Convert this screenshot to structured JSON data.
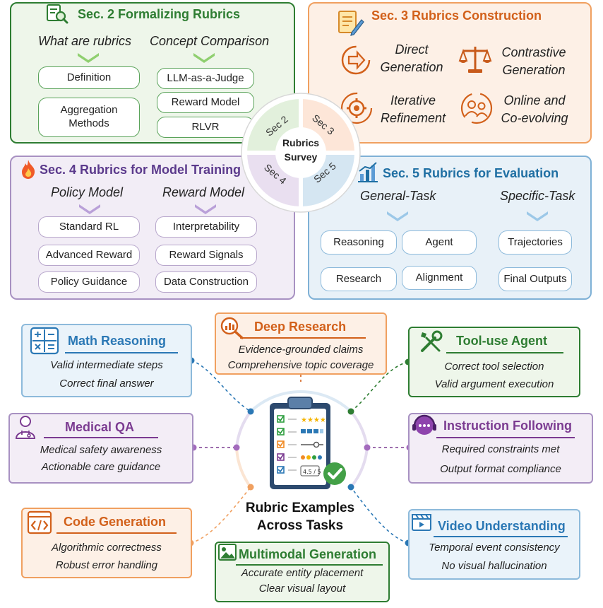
{
  "hub": {
    "center_label": "Rubrics Survey",
    "quadrants": [
      "Sec 2",
      "Sec 3",
      "Sec 4",
      "Sec 5"
    ],
    "colors": {
      "sec2": "#e2f0dc",
      "sec3": "#fde6d8",
      "sec4": "#e9dff0",
      "sec5": "#d5e6f2"
    }
  },
  "sec2": {
    "title": "Sec. 2 Formalizing Rubrics",
    "color": "#2e7d32",
    "icon": "magnifier-document-icon",
    "left": {
      "heading": "What are rubrics",
      "items": [
        "Definition",
        "Aggregation Methods"
      ]
    },
    "right": {
      "heading": "Concept Comparison",
      "items": [
        "LLM-as-a-Judge",
        "Reward Model",
        "RLVR"
      ]
    }
  },
  "sec3": {
    "title": "Sec. 3 Rubrics Construction",
    "color": "#d2601a",
    "icon": "notepad-pen-icon",
    "items": [
      {
        "label": "Direct\nGeneration",
        "icon": "direct-arrow-icon"
      },
      {
        "label": "Contrastive\nGeneration",
        "icon": "scale-icon"
      },
      {
        "label": "Iterative\nRefinement",
        "icon": "gear-cycle-icon"
      },
      {
        "label": "Online and\nCo-evolving",
        "icon": "people-cycle-icon"
      }
    ]
  },
  "sec4": {
    "title": "Sec. 4 Rubrics for Model Training",
    "color": "#5b3a8c",
    "icon": "flame-icon",
    "left": {
      "heading": "Policy Model",
      "items": [
        "Standard RL",
        "Advanced Reward",
        "Policy Guidance"
      ]
    },
    "right": {
      "heading": "Reward Model",
      "items": [
        "Interpretability",
        "Reward Signals",
        "Data Construction"
      ]
    }
  },
  "sec5": {
    "title": "Sec. 5 Rubrics for Evaluation",
    "color": "#1f6fa3",
    "icon": "bar-chart-icon",
    "left": {
      "heading": "General-Task",
      "items": [
        "Reasoning",
        "Agent",
        "Research",
        "Alignment"
      ]
    },
    "right": {
      "heading": "Specific-Task",
      "items": [
        "Trajectories",
        "Final Outputs"
      ]
    }
  },
  "center": {
    "title": "Rubric Examples\nAcross Tasks",
    "icon": "clipboard-checklist-icon",
    "score": "4.5 / 5"
  },
  "examples": [
    {
      "id": "math",
      "title": "Math Reasoning",
      "color": "#2b78b5",
      "icon": "calculator-icon",
      "lines": [
        "Valid intermediate steps",
        "Correct final answer"
      ]
    },
    {
      "id": "deep",
      "title": "Deep Research",
      "color": "#d2601a",
      "icon": "magnifier-chart-icon",
      "lines": [
        "Evidence-grounded claims",
        "Comprehensive topic coverage"
      ]
    },
    {
      "id": "tool",
      "title": "Tool-use Agent",
      "color": "#2e7d32",
      "icon": "wrench-screwdriver-icon",
      "lines": [
        "Correct tool selection",
        "Valid argument execution"
      ]
    },
    {
      "id": "medical",
      "title": "Medical QA",
      "color": "#7b3b91",
      "icon": "doctor-icon",
      "lines": [
        "Medical safety awareness",
        "Actionable care guidance"
      ]
    },
    {
      "id": "instr",
      "title": "Instruction Following",
      "color": "#7b3b91",
      "icon": "headset-icon",
      "lines": [
        "Required constraints met",
        "Output format compliance"
      ]
    },
    {
      "id": "code",
      "title": "Code Generation",
      "color": "#d2601a",
      "icon": "code-window-icon",
      "lines": [
        "Algorithmic correctness",
        "Robust error handling"
      ]
    },
    {
      "id": "multi",
      "title": "Multimodal Generation",
      "color": "#2e7d32",
      "icon": "image-icon",
      "lines": [
        "Accurate entity placement",
        "Clear visual layout"
      ]
    },
    {
      "id": "video",
      "title": "Video Understanding",
      "color": "#2b78b5",
      "icon": "clapperboard-icon",
      "lines": [
        "Temporal event consistency",
        "No visual hallucination"
      ]
    }
  ]
}
